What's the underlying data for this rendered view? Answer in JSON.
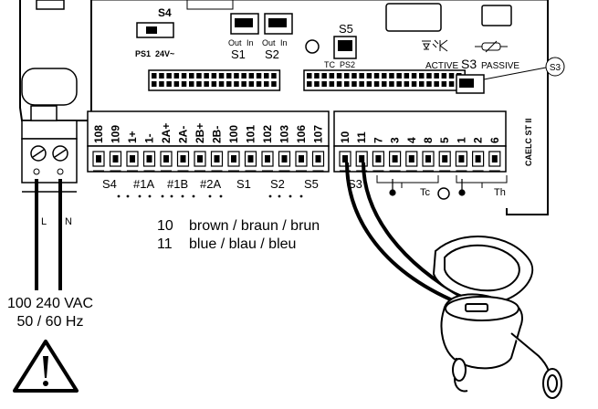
{
  "switches": {
    "s4": {
      "label": "S4",
      "left_text": "PS1",
      "right_text": "24V~"
    },
    "s1": {
      "label": "S1",
      "left_text": "Out",
      "right_text": "In"
    },
    "s2": {
      "label": "S2",
      "left_text": "Out",
      "right_text": "In"
    },
    "s5": {
      "label": "S5",
      "left_text": "TC",
      "right_text": "PS2"
    },
    "s3": {
      "label": "S3",
      "left_text": "ACTIVE",
      "right_text": "PASSIVE",
      "callout": "S3"
    }
  },
  "left_block_terminals": [
    "108",
    "109",
    "1+",
    "1-",
    "2A+",
    "2A-",
    "2B+",
    "2B-",
    "100",
    "101",
    "102",
    "103",
    "106",
    "107"
  ],
  "right_block_terminals": [
    "10",
    "11",
    "7",
    "3",
    "4",
    "8",
    "5",
    "1",
    "2",
    "6"
  ],
  "board_name": "CAELC ST II",
  "bottom_labels": [
    "S4",
    "#1A",
    "#1B",
    "#2A",
    "S1",
    "S2",
    "S5",
    "S3",
    "Tc",
    "Th"
  ],
  "power": {
    "wire_l": "L",
    "wire_n": "N",
    "voltage": "100 240 VAC",
    "frequency": "50 / 60 Hz"
  },
  "wire_legend": [
    {
      "terminal": "10",
      "colors": "brown / braun / brun"
    },
    {
      "terminal": "11",
      "colors": "blue / blau / bleu"
    }
  ],
  "icons": [
    "warning-triangle-icon",
    "water-meter-icon",
    "optocoupler-icon",
    "resistor-icon",
    "thermometer-icon"
  ]
}
